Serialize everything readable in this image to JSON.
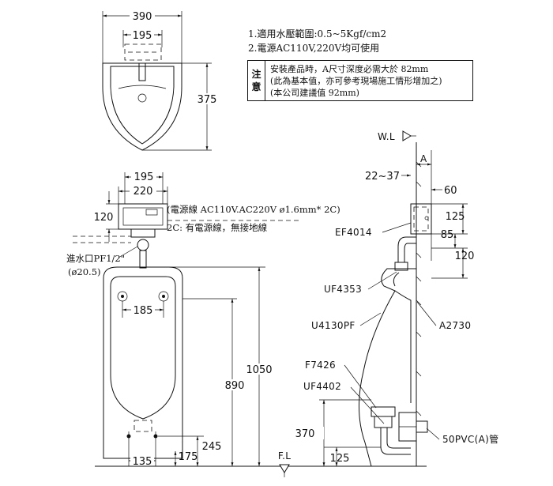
{
  "notes": {
    "line1": "1.適用水壓範圍:0.5~5Kgf/cm2",
    "line2": "2.電源AC110V,220V均可使用",
    "caution_label": "注意",
    "caution_lines": [
      "安裝產品時，A尺寸深度必需大於 82mm",
      "(此為基本值，亦可參考現場施工情形增加之)",
      "(本公司建議值 92mm)"
    ]
  },
  "top_view": {
    "width": "390",
    "inner_width": "195",
    "depth": "375"
  },
  "front_view": {
    "sensor_width": "195",
    "sensor_width2": "220",
    "sensor_height": "120",
    "power_note": "(電源線 AC110V.AC220V ø1.6mm* 2C)",
    "power_note2": "2C: 有電源線，無接地線",
    "inlet": "進水口PF1/2\"",
    "inlet_dia": "(ø20.5)",
    "mount_spacing": "185",
    "total_height": "1050",
    "rim_height": "890",
    "bottom_height": "245",
    "bottom_spacing": "135",
    "bottom_offset": "175",
    "floor": "F.L"
  },
  "side_view": {
    "wall": "W.L",
    "a_label": "A",
    "wall_range": "22~37",
    "dim_60": "60",
    "dim_125": "125",
    "dim_85": "85",
    "dim_120": "120",
    "dim_370": "370",
    "dim_125b": "125",
    "parts": [
      "EF4014",
      "UF4353",
      "U4130PF",
      "A2730",
      "F7426",
      "UF4402",
      "50PVC(A)管"
    ]
  }
}
